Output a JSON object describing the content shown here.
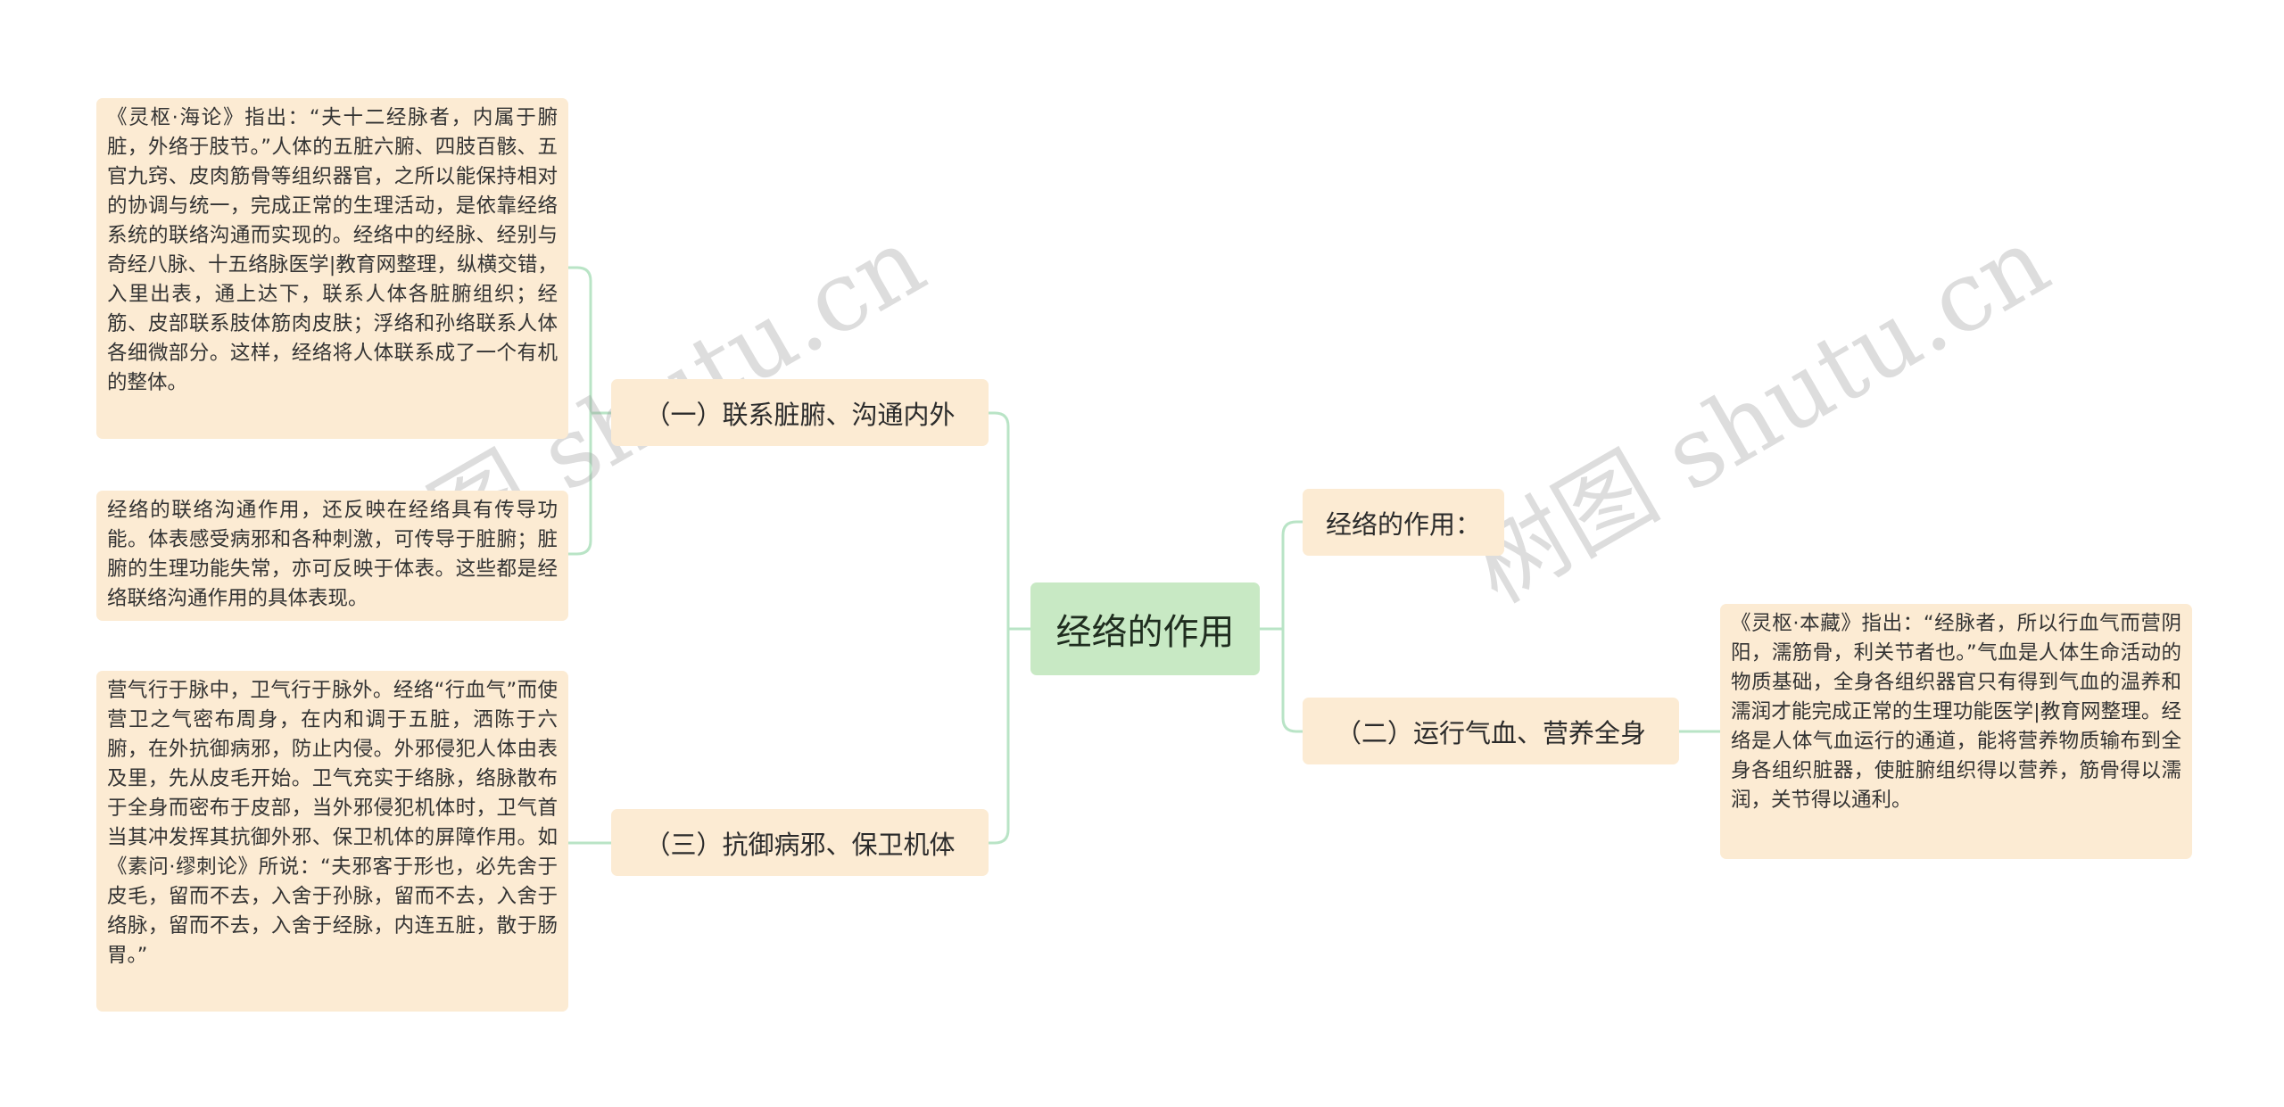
{
  "root": {
    "label": "经络的作用"
  },
  "branches": {
    "b1": {
      "label": "（一）联系脏腑、沟通内外"
    },
    "b2": {
      "label": "（三）抗御病邪、保卫机体"
    },
    "b3": {
      "label": "经络的作用："
    },
    "b4": {
      "label": "（二）运行气血、营养全身"
    }
  },
  "leaves": {
    "l1": {
      "text": "《灵枢·海论》指出：“夫十二经脉者，内属于腑脏，外络于肢节。”人体的五脏六腑、四肢百骸、五官九窍、皮肉筋骨等组织器官，之所以能保持相对的协调与统一，完成正常的生理活动，是依靠经络系统的联络沟通而实现的。经络中的经脉、经别与奇经八脉、十五络脉医学|教育网整理，纵横交错，入里出表，通上达下，联系人体各脏腑组织；经筋、皮部联系肢体筋肉皮肤；浮络和孙络联系人体各细微部分。这样，经络将人体联系成了一个有机的整体。"
    },
    "l2": {
      "text": "经络的联络沟通作用，还反映在经络具有传导功能。体表感受病邪和各种刺激，可传导于脏腑；脏腑的生理功能失常，亦可反映于体表。这些都是经络联络沟通作用的具体表现。"
    },
    "l3": {
      "text": "营气行于脉中，卫气行于脉外。经络“行血气”而使营卫之气密布周身，在内和调于五脏，洒陈于六腑，在外抗御病邪，防止内侵。外邪侵犯人体由表及里，先从皮毛开始。卫气充实于络脉，络脉散布于全身而密布于皮部，当外邪侵犯机体时，卫气首当其冲发挥其抗御外邪、保卫机体的屏障作用。如《素问·缪刺论》所说：“夫邪客于形也，必先舍于皮毛，留而不去，入舍于孙脉，留而不去，入舍于络脉，留而不去，入舍于经脉，内连五脏，散于肠胃。”"
    },
    "l4": {
      "text": "《灵枢·本藏》指出：“经脉者，所以行血气而营阴阳，濡筋骨，利关节者也。”气血是人体生命活动的物质基础，全身各组织器官只有得到气血的温养和濡润才能完成正常的生理功能医学|教育网整理。经络是人体气血运行的通道，能将营养物质输布到全身各组织脏器，使脏腑组织得以营养，筋骨得以濡润，关节得以通利。"
    }
  },
  "watermarks": [
    "树图 shutu.cn",
    "树图 shutu.cn"
  ],
  "colors": {
    "connector": "#b9e4c6",
    "root_fill": "#c8e9c4",
    "node_fill": "#fcebd3"
  }
}
